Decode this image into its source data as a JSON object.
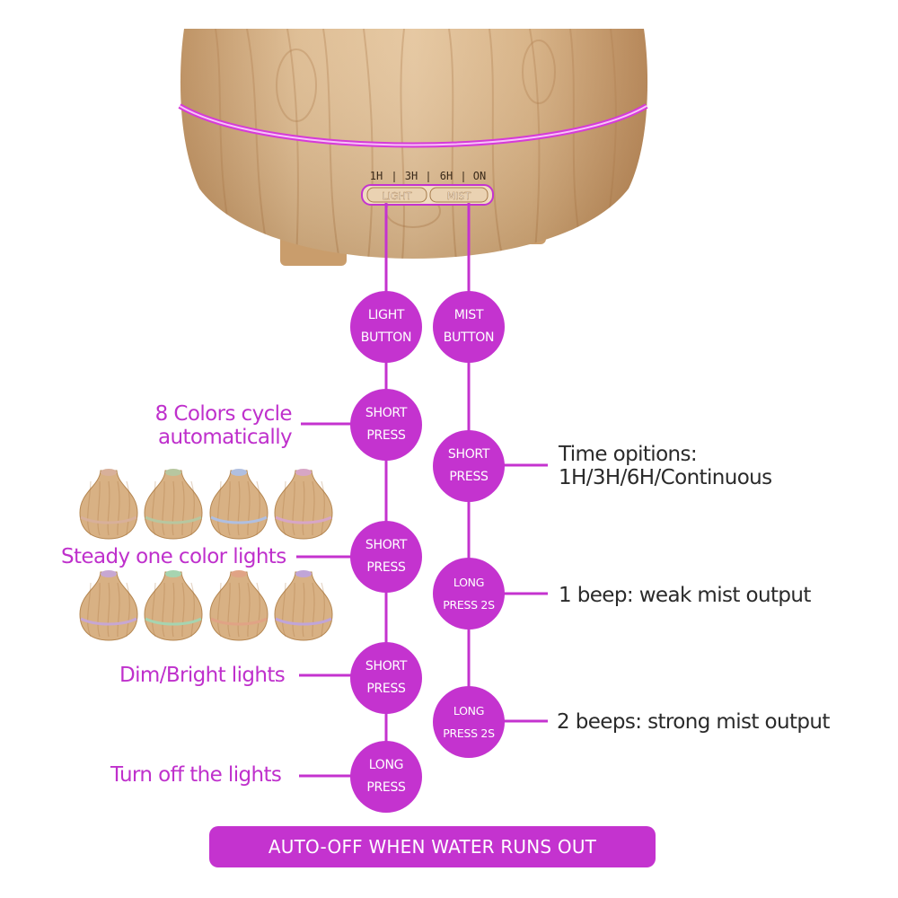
{
  "colors": {
    "accent": "#c433cf",
    "accent_text": "#bf30cc",
    "wood_light": "#dcb98d",
    "wood_dark": "#b07d4b",
    "text_dark": "#2a2a2a"
  },
  "device": {
    "markings": [
      "1H",
      "3H",
      "6H",
      "ON"
    ],
    "light_button_text": "LIGHT",
    "mist_button_text": "MIST"
  },
  "light_column": {
    "button": "LIGHT\nBUTTON",
    "steps": [
      {
        "action": "SHORT\nPRESS",
        "result": "8 Colors cycle\nautomatically"
      },
      {
        "action": "SHORT\nPRESS",
        "result": "Steady one color lights"
      },
      {
        "action": "SHORT\nPRESS",
        "result": "Dim/Bright lights"
      },
      {
        "action": "LONG\nPRESS",
        "result": "Turn off the lights"
      }
    ]
  },
  "mist_column": {
    "button": "MIST\nBUTTON",
    "steps": [
      {
        "action": "SHORT\nPRESS",
        "result": "Time opitions:\n1H/3H/6H/Continuous"
      },
      {
        "action": "LONG\nPRESS 2S",
        "result": "1 beep: weak mist output"
      },
      {
        "action": "LONG\nPRESS 2S",
        "result": "2 beeps: strong mist output"
      }
    ]
  },
  "diffuser_colors": {
    "top_row": [
      "#d8b09a",
      "#b7c7a0",
      "#b0bfe0",
      "#d7a6c6"
    ],
    "bottom_row": [
      "#c7a7d2",
      "#a6d4b0",
      "#e0a385",
      "#c0a5d8"
    ]
  },
  "footer": "AUTO-OFF WHEN WATER RUNS OUT"
}
